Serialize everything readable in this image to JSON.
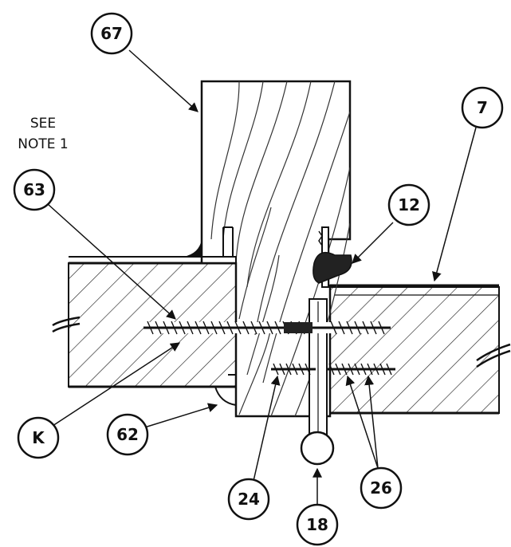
{
  "note": {
    "line1": "SEE",
    "line2": "NOTE 1"
  },
  "callouts": {
    "c67": "67",
    "c7": "7",
    "c63": "63",
    "c12": "12",
    "cK": "K",
    "c62": "62",
    "c24": "24",
    "c26": "26",
    "c18": "18"
  },
  "colors": {
    "ink": "#1a1a1a",
    "paper": "#ffffff"
  }
}
